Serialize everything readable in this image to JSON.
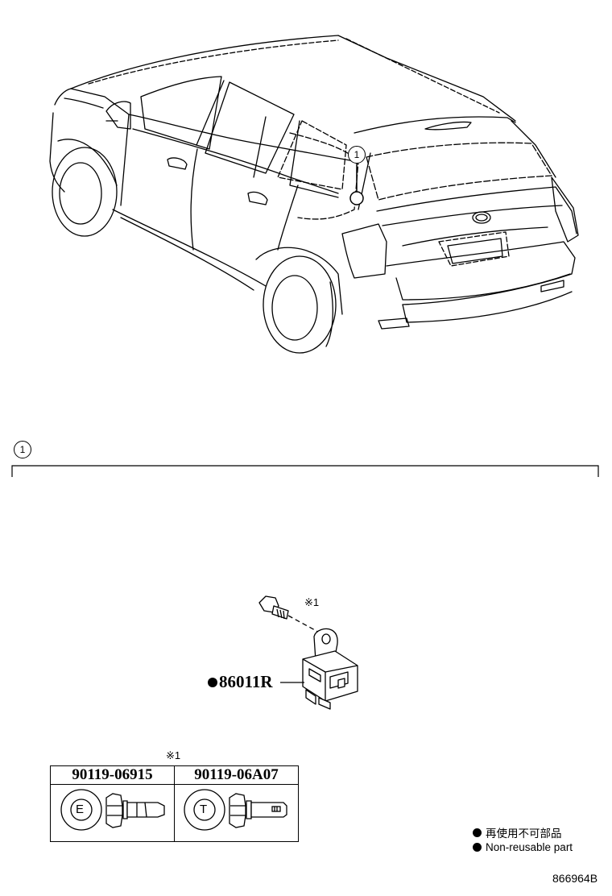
{
  "callout": {
    "number": "1"
  },
  "section": {
    "number": "1"
  },
  "part": {
    "number": "86011R",
    "reuse_mark": "●"
  },
  "bolt_note": {
    "mark": "※1"
  },
  "bolt_table": {
    "note": "※1",
    "columns": [
      {
        "part_number": "90119-06915",
        "head_letter": "E"
      },
      {
        "part_number": "90119-06A07",
        "head_letter": "T"
      }
    ]
  },
  "legend": {
    "items": [
      {
        "symbol": "●",
        "text": "再使用不可部品"
      },
      {
        "symbol": "●",
        "text": "Non-reusable part"
      }
    ]
  },
  "diagram_id": "866964B"
}
